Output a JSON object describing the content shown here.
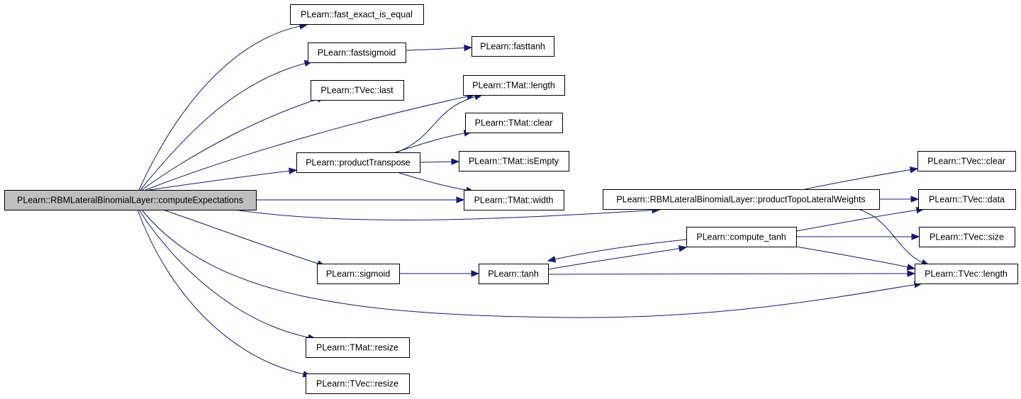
{
  "graph": {
    "type": "call-graph",
    "edge_color": "#191970",
    "root_fill": "#bfbfbf",
    "nodes": [
      {
        "id": "root",
        "label": "PLearn::RBMLateralBinomialLayer::computeExpectations",
        "root": true
      },
      {
        "id": "fast_exact",
        "label": "PLearn::fast_exact_is_equal"
      },
      {
        "id": "fastsigmoid",
        "label": "PLearn::fastsigmoid"
      },
      {
        "id": "fasttanh",
        "label": "PLearn::fasttanh"
      },
      {
        "id": "tveclast",
        "label": "PLearn::TVec::last"
      },
      {
        "id": "tmatlength",
        "label": "PLearn::TMat::length"
      },
      {
        "id": "tmatclear",
        "label": "PLearn::TMat::clear"
      },
      {
        "id": "productTranspose",
        "label": "PLearn::productTranspose"
      },
      {
        "id": "tmatisempty",
        "label": "PLearn::TMat::isEmpty"
      },
      {
        "id": "tmatwidth",
        "label": "PLearn::TMat::width"
      },
      {
        "id": "productTopo",
        "label": "PLearn::RBMLateralBinomialLayer::productTopoLateralWeights"
      },
      {
        "id": "tvecclear",
        "label": "PLearn::TVec::clear"
      },
      {
        "id": "tvecdata",
        "label": "PLearn::TVec::data"
      },
      {
        "id": "compute_tanh",
        "label": "PLearn::compute_tanh"
      },
      {
        "id": "tvecsize",
        "label": "PLearn::TVec::size"
      },
      {
        "id": "sigmoid",
        "label": "PLearn::sigmoid"
      },
      {
        "id": "tanh",
        "label": "PLearn::tanh"
      },
      {
        "id": "tveclength",
        "label": "PLearn::TVec::length"
      },
      {
        "id": "tmatresize",
        "label": "PLearn::TMat::resize"
      },
      {
        "id": "tvecresize",
        "label": "PLearn::TVec::resize"
      }
    ],
    "edges": [
      {
        "from": "root",
        "to": "fast_exact"
      },
      {
        "from": "root",
        "to": "fastsigmoid"
      },
      {
        "from": "fastsigmoid",
        "to": "fasttanh"
      },
      {
        "from": "root",
        "to": "tveclast"
      },
      {
        "from": "root",
        "to": "tmatlength"
      },
      {
        "from": "root",
        "to": "productTranspose"
      },
      {
        "from": "productTranspose",
        "to": "tmatlength"
      },
      {
        "from": "productTranspose",
        "to": "tmatclear"
      },
      {
        "from": "productTranspose",
        "to": "tmatisempty"
      },
      {
        "from": "productTranspose",
        "to": "tmatwidth"
      },
      {
        "from": "root",
        "to": "tmatwidth"
      },
      {
        "from": "root",
        "to": "productTopo"
      },
      {
        "from": "productTopo",
        "to": "tvecclear"
      },
      {
        "from": "productTopo",
        "to": "tvecdata"
      },
      {
        "from": "productTopo",
        "to": "tveclength"
      },
      {
        "from": "root",
        "to": "sigmoid"
      },
      {
        "from": "sigmoid",
        "to": "tanh"
      },
      {
        "from": "tanh",
        "to": "compute_tanh"
      },
      {
        "from": "compute_tanh",
        "to": "tanh"
      },
      {
        "from": "compute_tanh",
        "to": "tvecdata"
      },
      {
        "from": "compute_tanh",
        "to": "tvecsize"
      },
      {
        "from": "compute_tanh",
        "to": "tveclength"
      },
      {
        "from": "tanh",
        "to": "tveclength"
      },
      {
        "from": "root",
        "to": "tveclength"
      },
      {
        "from": "root",
        "to": "tmatresize"
      },
      {
        "from": "root",
        "to": "tvecresize"
      }
    ]
  }
}
